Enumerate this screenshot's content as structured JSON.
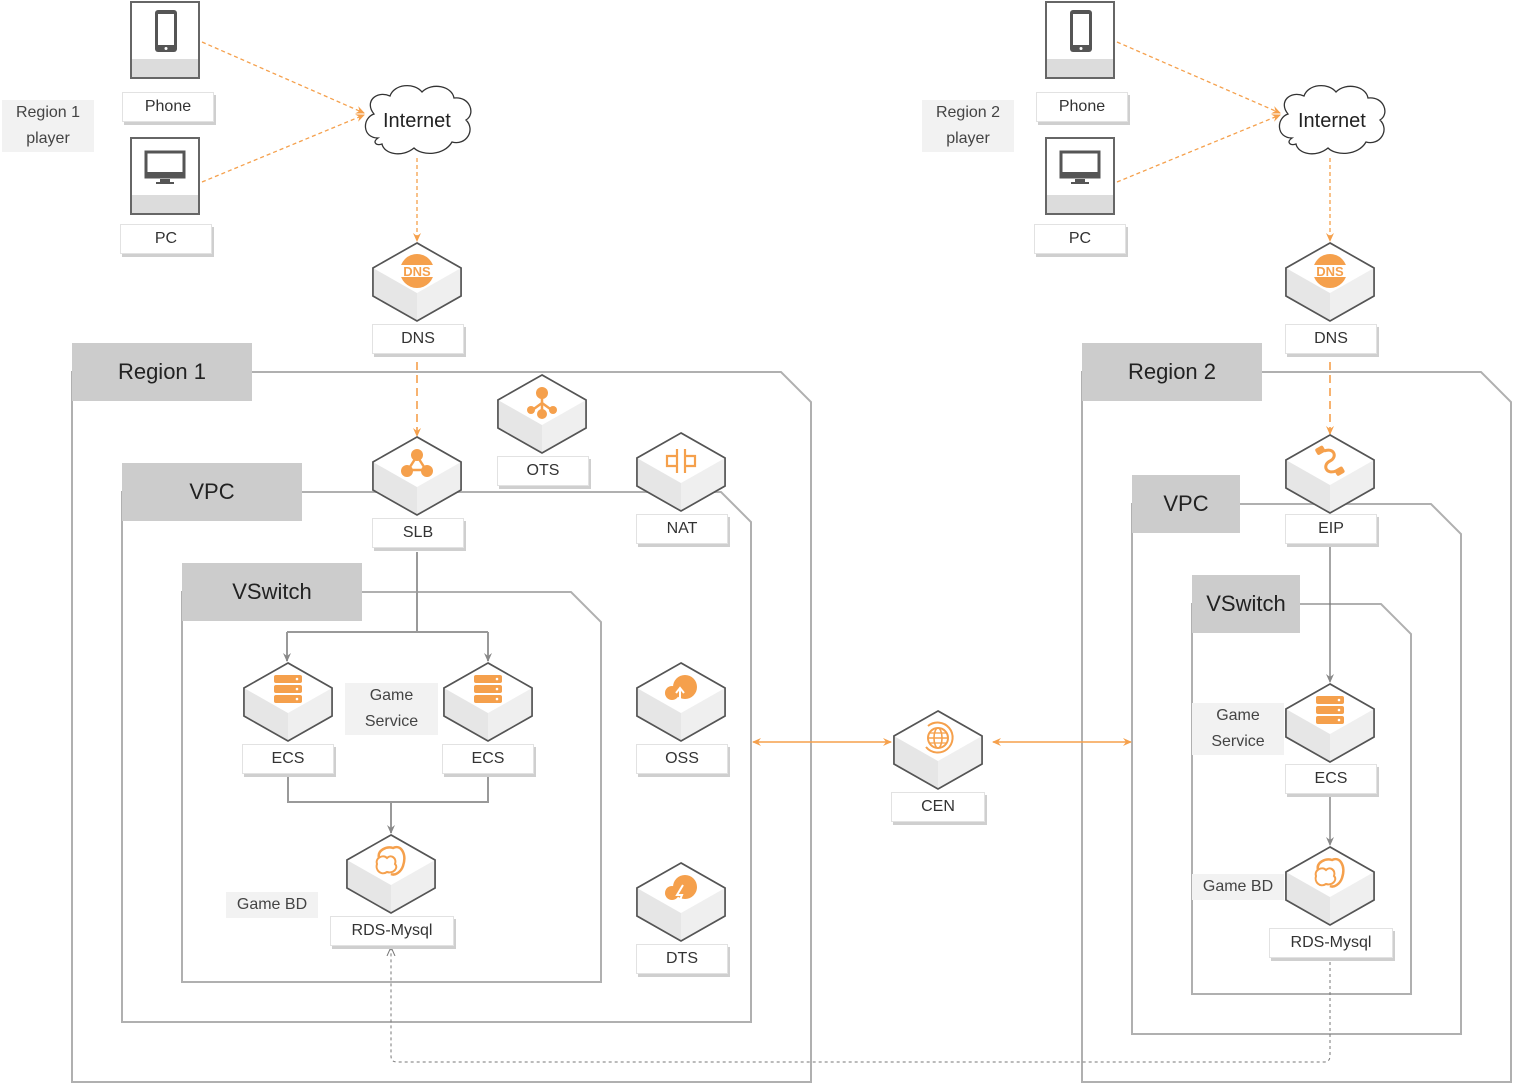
{
  "colors": {
    "accent": "#f5a04c",
    "border": "#aaaaaa",
    "tag_bg": "#cccccc",
    "note_bg": "#f2f2f2",
    "icon_outline": "#555555"
  },
  "region1": {
    "player_note": [
      "Region 1",
      "player"
    ],
    "devices": [
      {
        "label": "Phone",
        "icon": "smartphone-icon"
      },
      {
        "label": "PC",
        "icon": "monitor-icon"
      }
    ],
    "internet": "Internet",
    "dns": "DNS",
    "region_tag": "Region 1",
    "vpc_tag": "VPC",
    "vswitch_tag": "VSwitch",
    "slb": "SLB",
    "ots": "OTS",
    "nat": "NAT",
    "oss": "OSS",
    "dts": "DTS",
    "ecs_left": "ECS",
    "ecs_right": "ECS",
    "game_service_note": [
      "Game",
      "Service"
    ],
    "game_db_note": "Game BD",
    "rds": "RDS-Mysql"
  },
  "center": {
    "cen": "CEN"
  },
  "region2": {
    "player_note": [
      "Region 2",
      "player"
    ],
    "devices": [
      {
        "label": "Phone",
        "icon": "smartphone-icon"
      },
      {
        "label": "PC",
        "icon": "monitor-icon"
      }
    ],
    "internet": "Internet",
    "dns": "DNS",
    "region_tag": "Region 2",
    "vpc_tag": "VPC",
    "vswitch_tag": "VSwitch",
    "eip": "EIP",
    "ecs": "ECS",
    "game_service_note": [
      "Game",
      "Service"
    ],
    "game_db_note": "Game BD",
    "rds": "RDS-Mysql"
  }
}
